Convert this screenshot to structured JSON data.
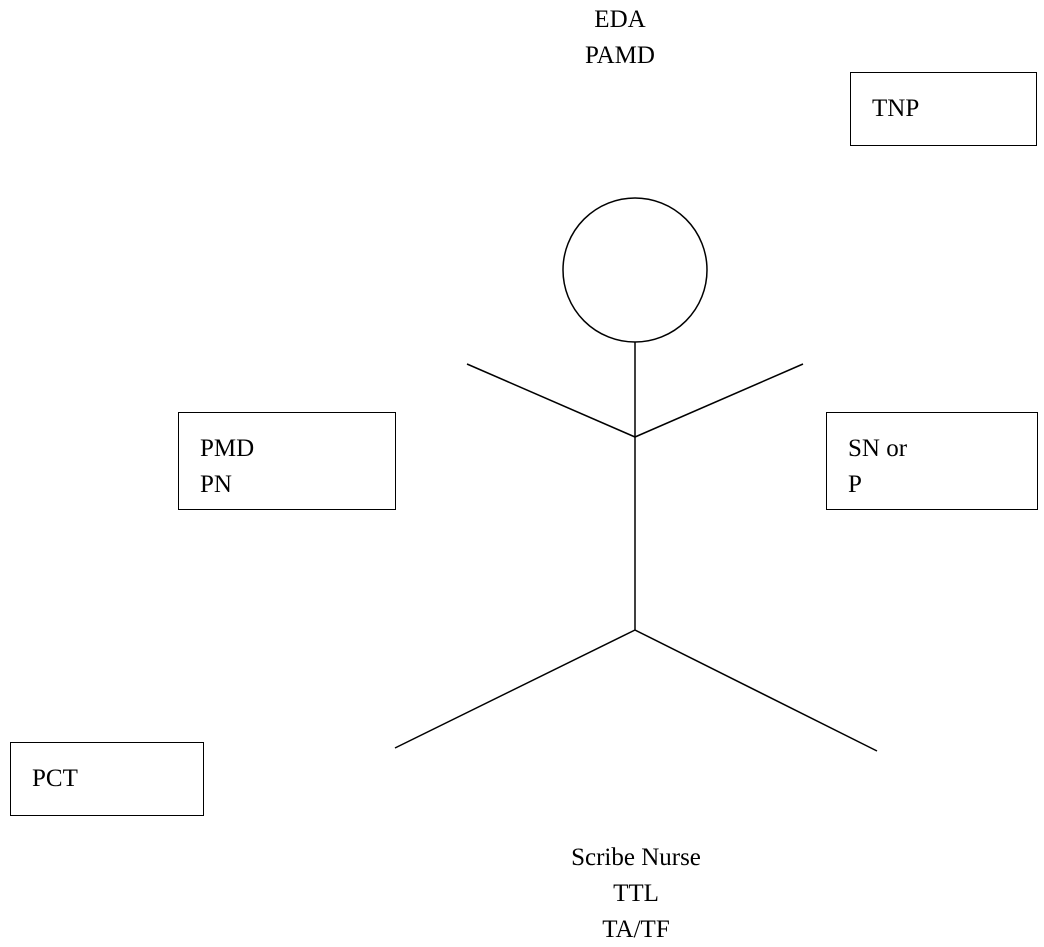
{
  "top_label": {
    "line1": "EDA",
    "line2": "PAMD"
  },
  "boxes": {
    "tnp": {
      "line1": "TNP"
    },
    "pmd": {
      "line1": "PMD",
      "line2": "PN"
    },
    "sn": {
      "line1": "SN or",
      "line2": "P"
    },
    "pct": {
      "line1": "PCT"
    }
  },
  "bottom_label": {
    "line1": "Scribe Nurse",
    "line2": "TTL",
    "line3": "TA/TF"
  },
  "colors": {
    "stroke": "#000000",
    "background": "#ffffff"
  }
}
